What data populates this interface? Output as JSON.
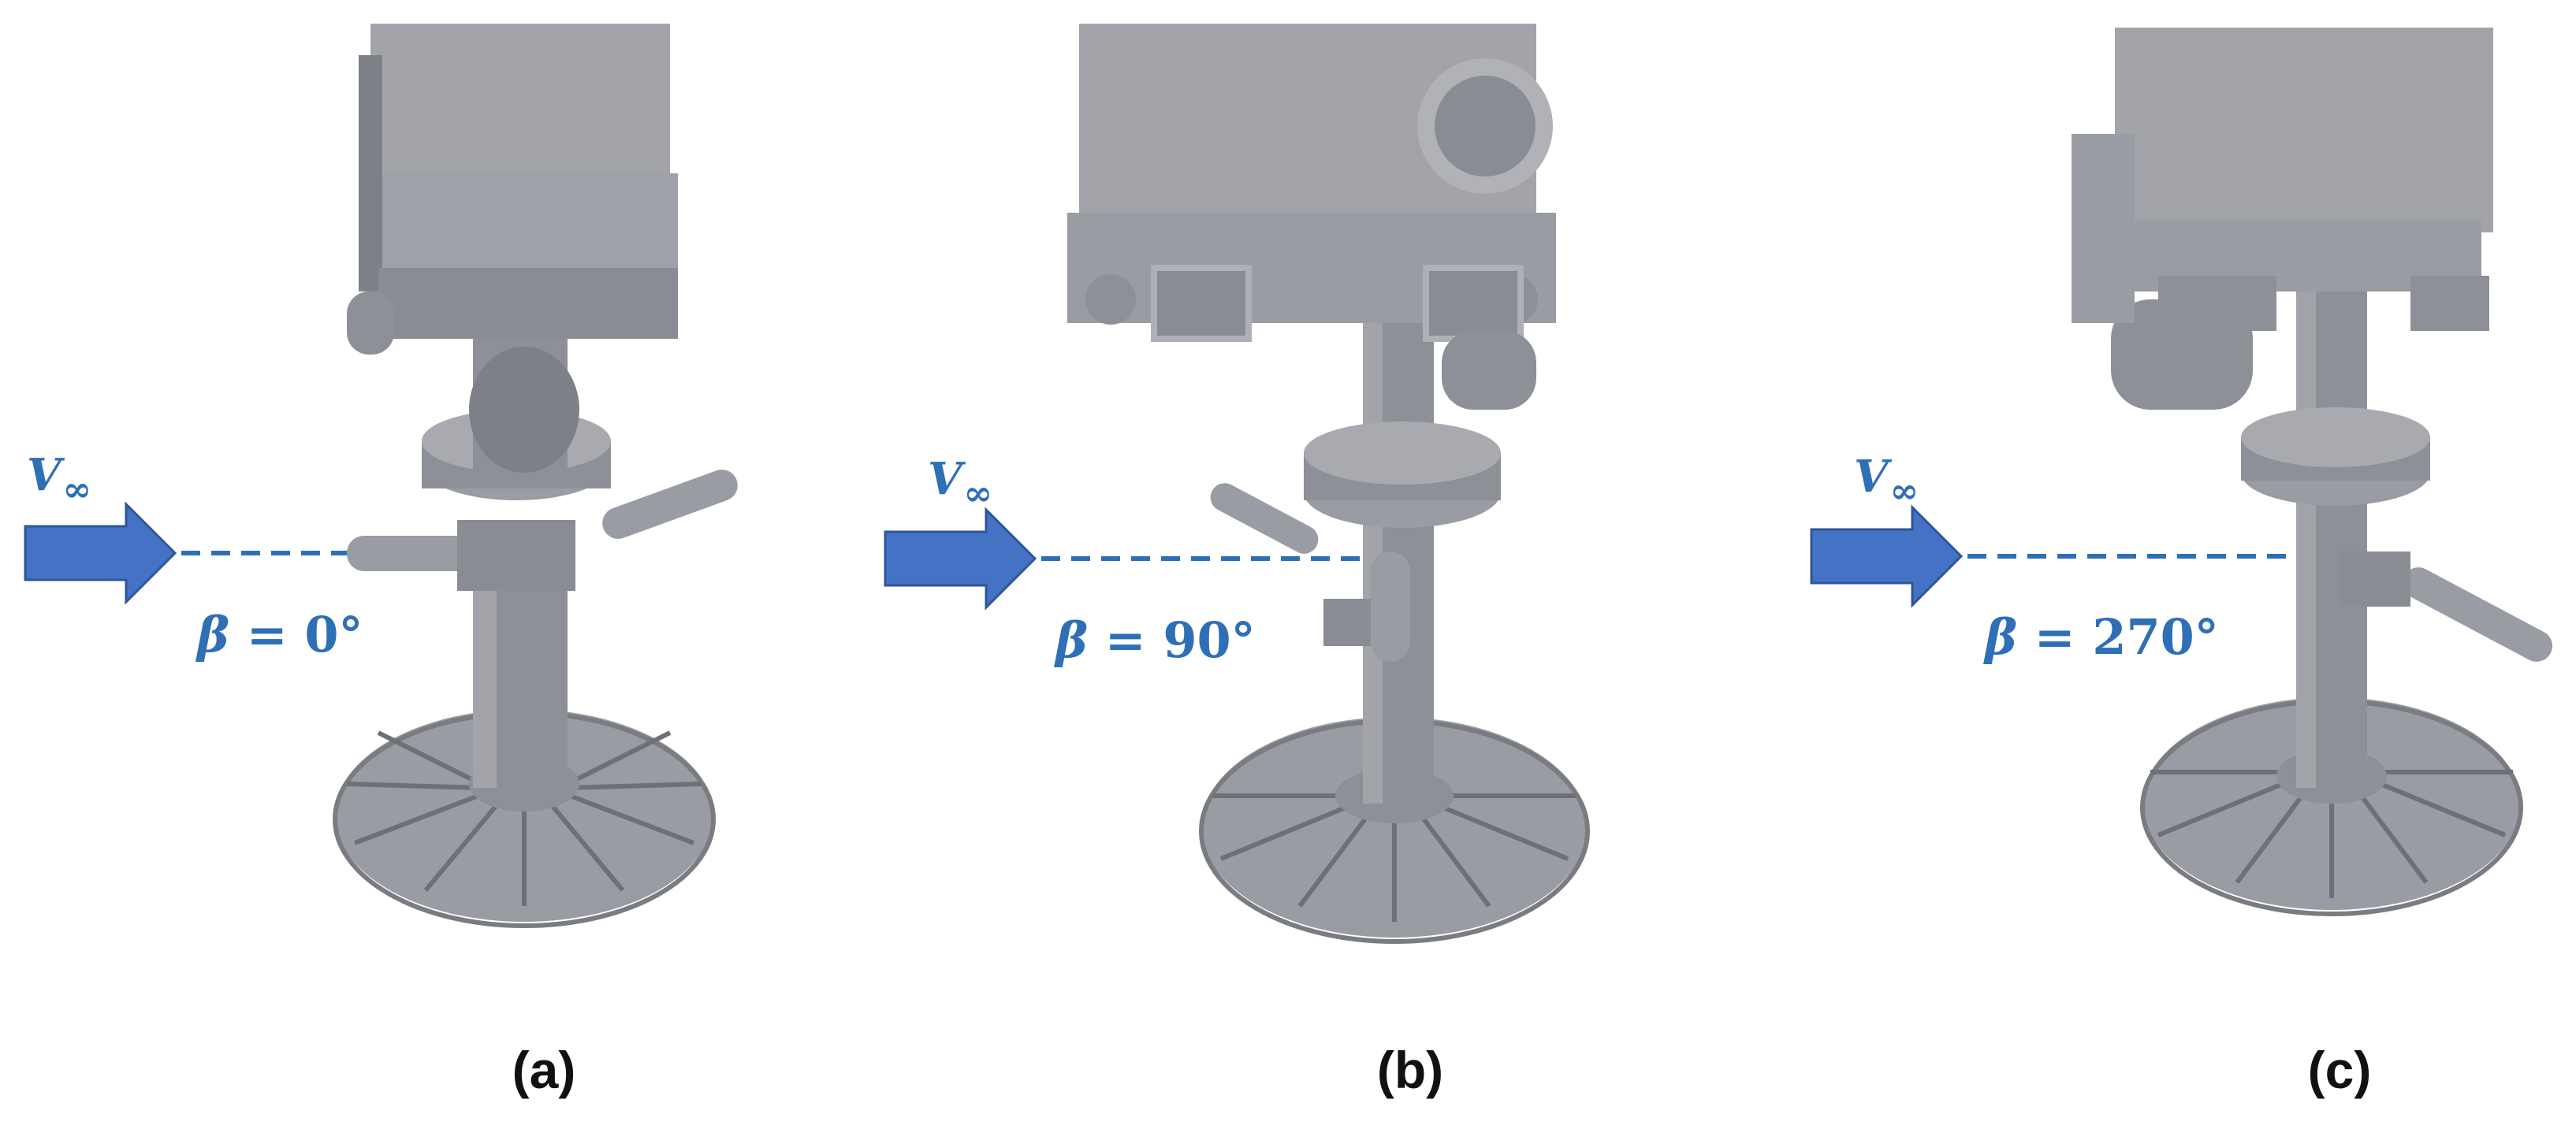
{
  "panels": [
    {
      "id": "a",
      "caption": "(a)",
      "flow_symbol": "V",
      "flow_subscript": "∞",
      "angle_symbol": "β",
      "angle_equals": "=",
      "angle_value": "0°"
    },
    {
      "id": "b",
      "caption": "(b)",
      "flow_symbol": "V",
      "flow_subscript": "∞",
      "angle_symbol": "β",
      "angle_equals": "=",
      "angle_value": "90°"
    },
    {
      "id": "c",
      "caption": "(c)",
      "flow_symbol": "V",
      "flow_subscript": "∞",
      "angle_symbol": "β",
      "angle_equals": "=",
      "angle_value": "270°"
    }
  ],
  "colors": {
    "arrow": "#4472c4",
    "annotation": "#2e6fb6",
    "model": "#8e9097",
    "model_dark": "#6e7077",
    "model_light": "#aeb0b6"
  }
}
